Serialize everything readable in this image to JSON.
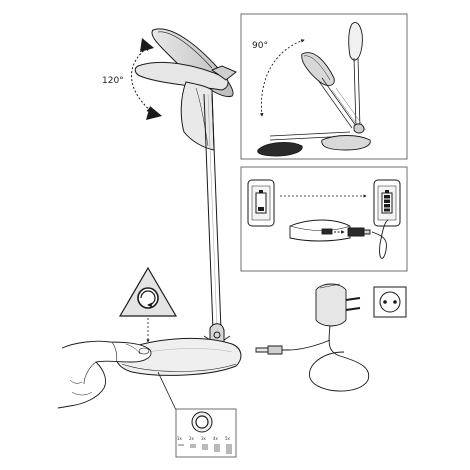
{
  "annotations": {
    "tilt_angle": "120°",
    "fold_angle": "90°"
  },
  "panels": {
    "fold_panel": {
      "content": "lamp folding diagram"
    },
    "charging_panel": {
      "content": "phone charging via USB port in lamp base"
    },
    "control_panel": {
      "brightness_labels": [
        "1x",
        "2x",
        "3x",
        "4x",
        "5x"
      ]
    }
  },
  "icons": {
    "touch_sensor": "touch-dial-icon",
    "plug": "eu-plug-icon",
    "socket": "eu-socket-icon",
    "battery_low": "battery-low-icon",
    "battery_full": "battery-full-icon"
  },
  "colors": {
    "stroke": "#1a1a1a",
    "panel_border": "#6d6d6d",
    "fill_light": "#f2f2f2",
    "fill_mid": "#d9d9d9",
    "fill_dark": "#2a2a2a"
  }
}
